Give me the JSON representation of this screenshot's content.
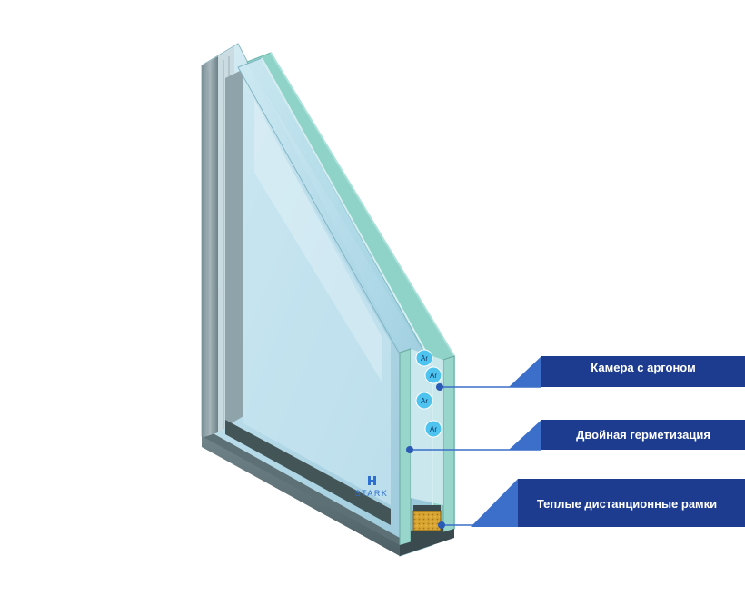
{
  "callouts": {
    "argon_chamber": "Камера с аргоном",
    "double_sealing": "Двойная герметизация",
    "warm_spacers": "Теплые дистанционные рамки"
  },
  "gas": {
    "symbol": "Ar"
  },
  "brand": {
    "name": "STARK"
  },
  "colors": {
    "callout_dark": "#1d3c8f",
    "callout_light": "#3b6fc9",
    "glass_face": "#bfe0ec",
    "glass_edge": "#86cfc4",
    "argon_bubble": "#4fc3ef",
    "spacer_fill": "#d9a532"
  }
}
